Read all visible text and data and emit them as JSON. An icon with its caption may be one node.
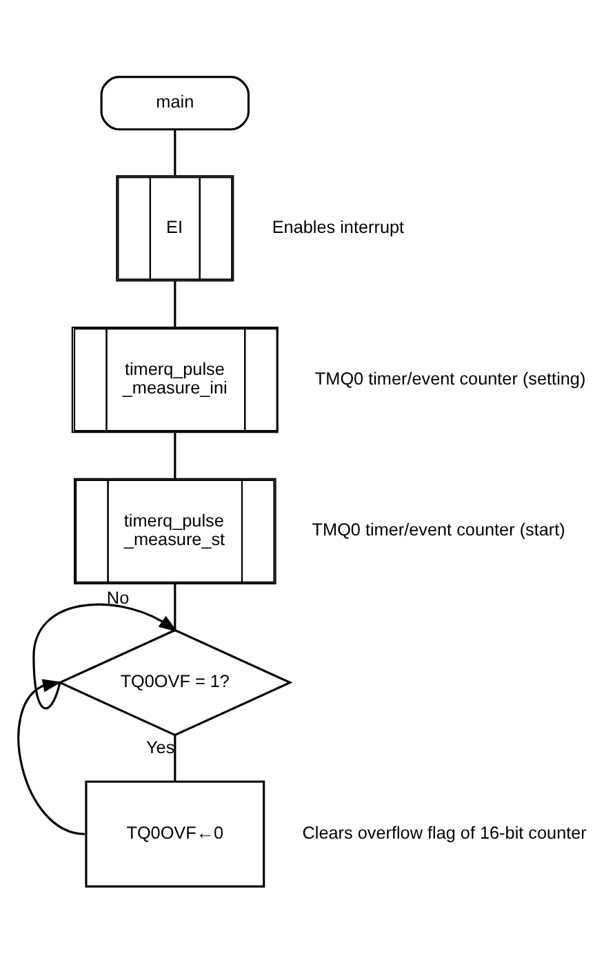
{
  "diagram": {
    "nodes": [
      {
        "text": [
          "main"
        ]
      },
      {
        "text": [
          "EI"
        ],
        "beside": [
          "Enables interrupt"
        ]
      },
      {
        "text": [
          "timerq_pulse _measure_ini"
        ],
        "beside": [
          "TMQ0 timer/event counter (setting)"
        ]
      },
      {
        "text": [
          "timerq_pulse _measure_st"
        ],
        "beside": [
          "TMQ0 timer/event counter (start)"
        ]
      },
      {
        "text": [
          "TQ0OVF = 1?"
        ]
      },
      {
        "text": [
          "TQ0OVF←0"
        ],
        "beside": [
          "Clears overflow flag of 16-bit counter"
        ]
      }
    ],
    "edges": [
      {
        "from": 0,
        "to": 1,
        "arrow": "none"
      },
      {
        "from": 1,
        "to": 2,
        "arrow": "none"
      },
      {
        "from": 2,
        "to": 3,
        "arrow": "none"
      },
      {
        "from": 3,
        "to": 4,
        "arrow": "none"
      },
      {
        "from": 4,
        "to": 4,
        "arrow": "to",
        "label": "No"
      },
      {
        "from": 4,
        "to": 5,
        "arrow": "none",
        "label": "Yes"
      },
      {
        "from": 5,
        "to": 4,
        "arrow": "to"
      }
    ]
  }
}
